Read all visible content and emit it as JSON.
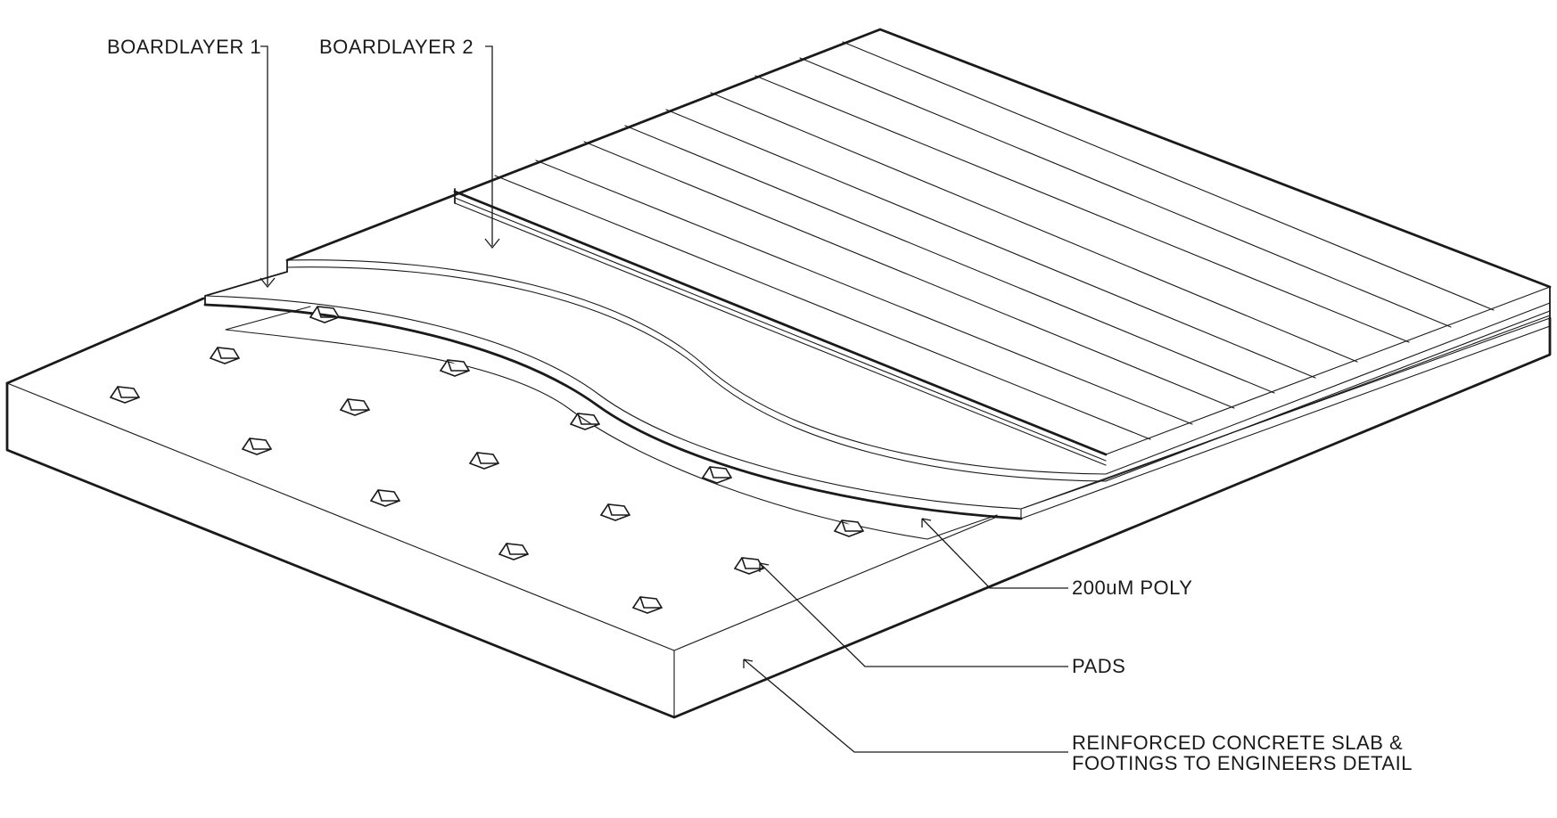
{
  "labels": {
    "boardlayer_1": "BOARDLAYER 1",
    "boardlayer_2": "BOARDLAYER 2",
    "poly": "200uM POLY",
    "pads": "PADS",
    "slab_line_1": "REINFORCED CONCRETE SLAB &",
    "slab_line_2": "FOOTINGS TO ENGINEERS DETAIL"
  },
  "colors": {
    "line": "#1a1a1a",
    "background": "#ffffff"
  }
}
